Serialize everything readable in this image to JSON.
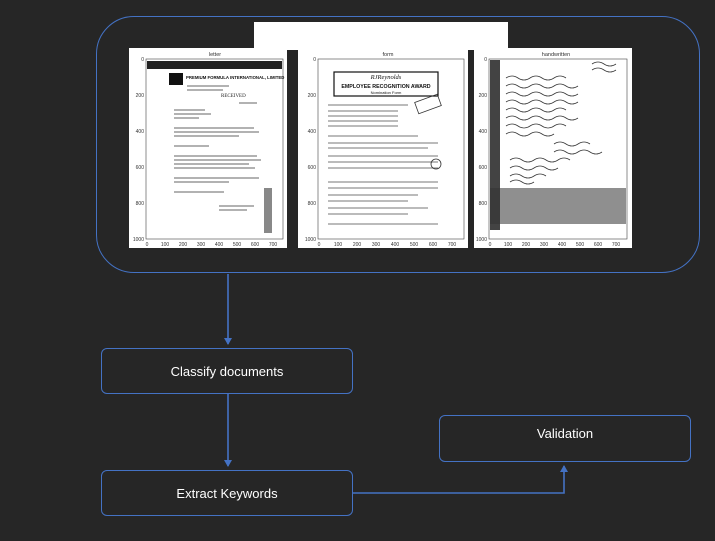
{
  "diagram": {
    "group_title": "Documents with different formats",
    "panels": [
      {
        "label": "letter",
        "y_ticks": [
          "0",
          "200",
          "400",
          "600",
          "800",
          "1000"
        ],
        "x_ticks": [
          "0",
          "100",
          "200",
          "300",
          "400",
          "500",
          "600",
          "700"
        ],
        "lines": [
          "PREMIUM FORMULA INTERNATIONAL, LIMITED",
          "RECEIVED"
        ]
      },
      {
        "label": "form",
        "y_ticks": [
          "0",
          "200",
          "400",
          "600",
          "800",
          "1000"
        ],
        "x_ticks": [
          "0",
          "100",
          "200",
          "300",
          "400",
          "500",
          "600",
          "700"
        ],
        "lines": [
          "RJReynolds",
          "EMPLOYEE RECOGNITION AWARD",
          "Nomination Form"
        ]
      },
      {
        "label": "handwritten",
        "y_ticks": [
          "0",
          "200",
          "400",
          "600",
          "800",
          "1000"
        ],
        "x_ticks": [
          "0",
          "100",
          "200",
          "300",
          "400",
          "500",
          "600",
          "700"
        ],
        "lines": []
      }
    ],
    "steps": {
      "classify": "Classify documents",
      "extract": "Extract Keywords",
      "validation": "Validation"
    },
    "colors": {
      "background": "#262626",
      "accent": "#4472c4",
      "text": "#ffffff"
    }
  }
}
